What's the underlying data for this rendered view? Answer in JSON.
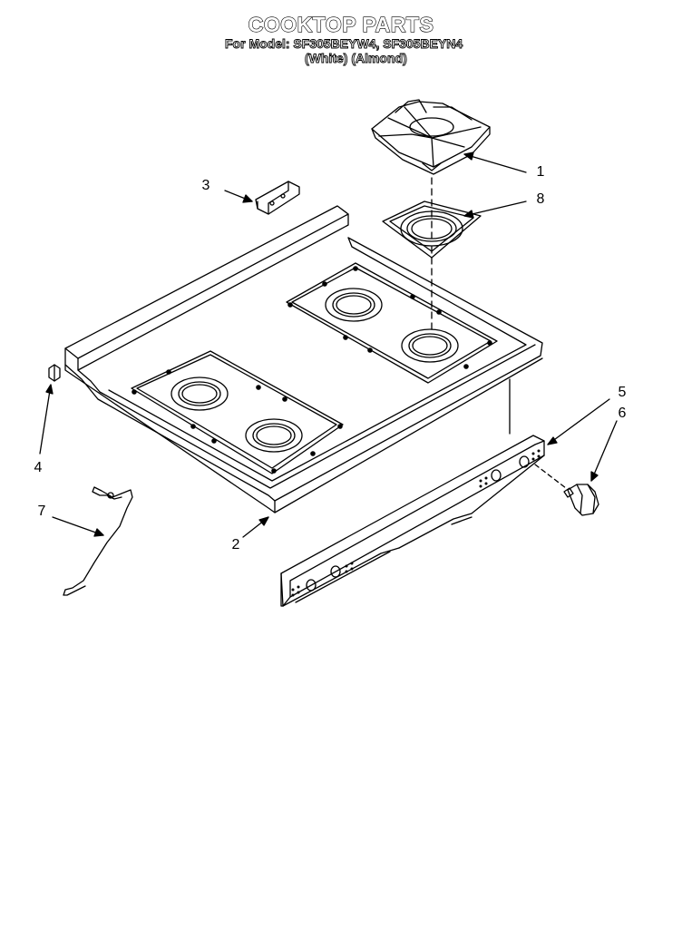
{
  "header": {
    "title": "COOKTOP PARTS",
    "models_line": "For Model: SF305BEYW4, SF305BEYN4",
    "colors_line": "(White)     (Almond)"
  },
  "callouts": [
    {
      "id": "1",
      "label": "1"
    },
    {
      "id": "2",
      "label": "2"
    },
    {
      "id": "3",
      "label": "3"
    },
    {
      "id": "4",
      "label": "4"
    },
    {
      "id": "5",
      "label": "5"
    },
    {
      "id": "6",
      "label": "6"
    },
    {
      "id": "7",
      "label": "7"
    },
    {
      "id": "8",
      "label": "8"
    }
  ],
  "colors": {
    "line": "#000000",
    "background": "#ffffff"
  }
}
